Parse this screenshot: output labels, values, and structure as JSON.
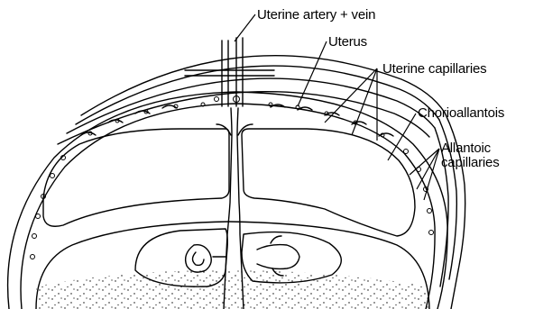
{
  "labels": {
    "uterine_artery_vein": "Uterine artery + vein",
    "uterus": "Uterus",
    "uterine_capillaries": "Uterine capillaries",
    "chorioallantois": "Chorioallantois",
    "allantoic_line1": "Allantoic",
    "allantoic_line2": "capillaries"
  },
  "colors": {
    "ink": "#000000",
    "background": "#ffffff"
  }
}
